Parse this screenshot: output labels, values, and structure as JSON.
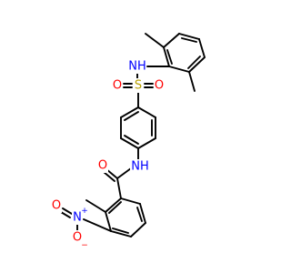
{
  "molecule": {
    "atoms": {
      "nh_top": "NH",
      "sulfonyl_s": "S",
      "sulfonyl_o_left": "O",
      "sulfonyl_o_right": "O",
      "amide_o": "O",
      "amide_nh": "NH",
      "nitro_n": "N",
      "nitro_plus": "+",
      "nitro_o_top": "O",
      "nitro_o_bottom": "O",
      "nitro_minus": "−"
    },
    "colors": {
      "bond": "#000000",
      "nitrogen": "#0000ff",
      "oxygen": "#ff0000",
      "sulfur": "#b8a000"
    }
  }
}
